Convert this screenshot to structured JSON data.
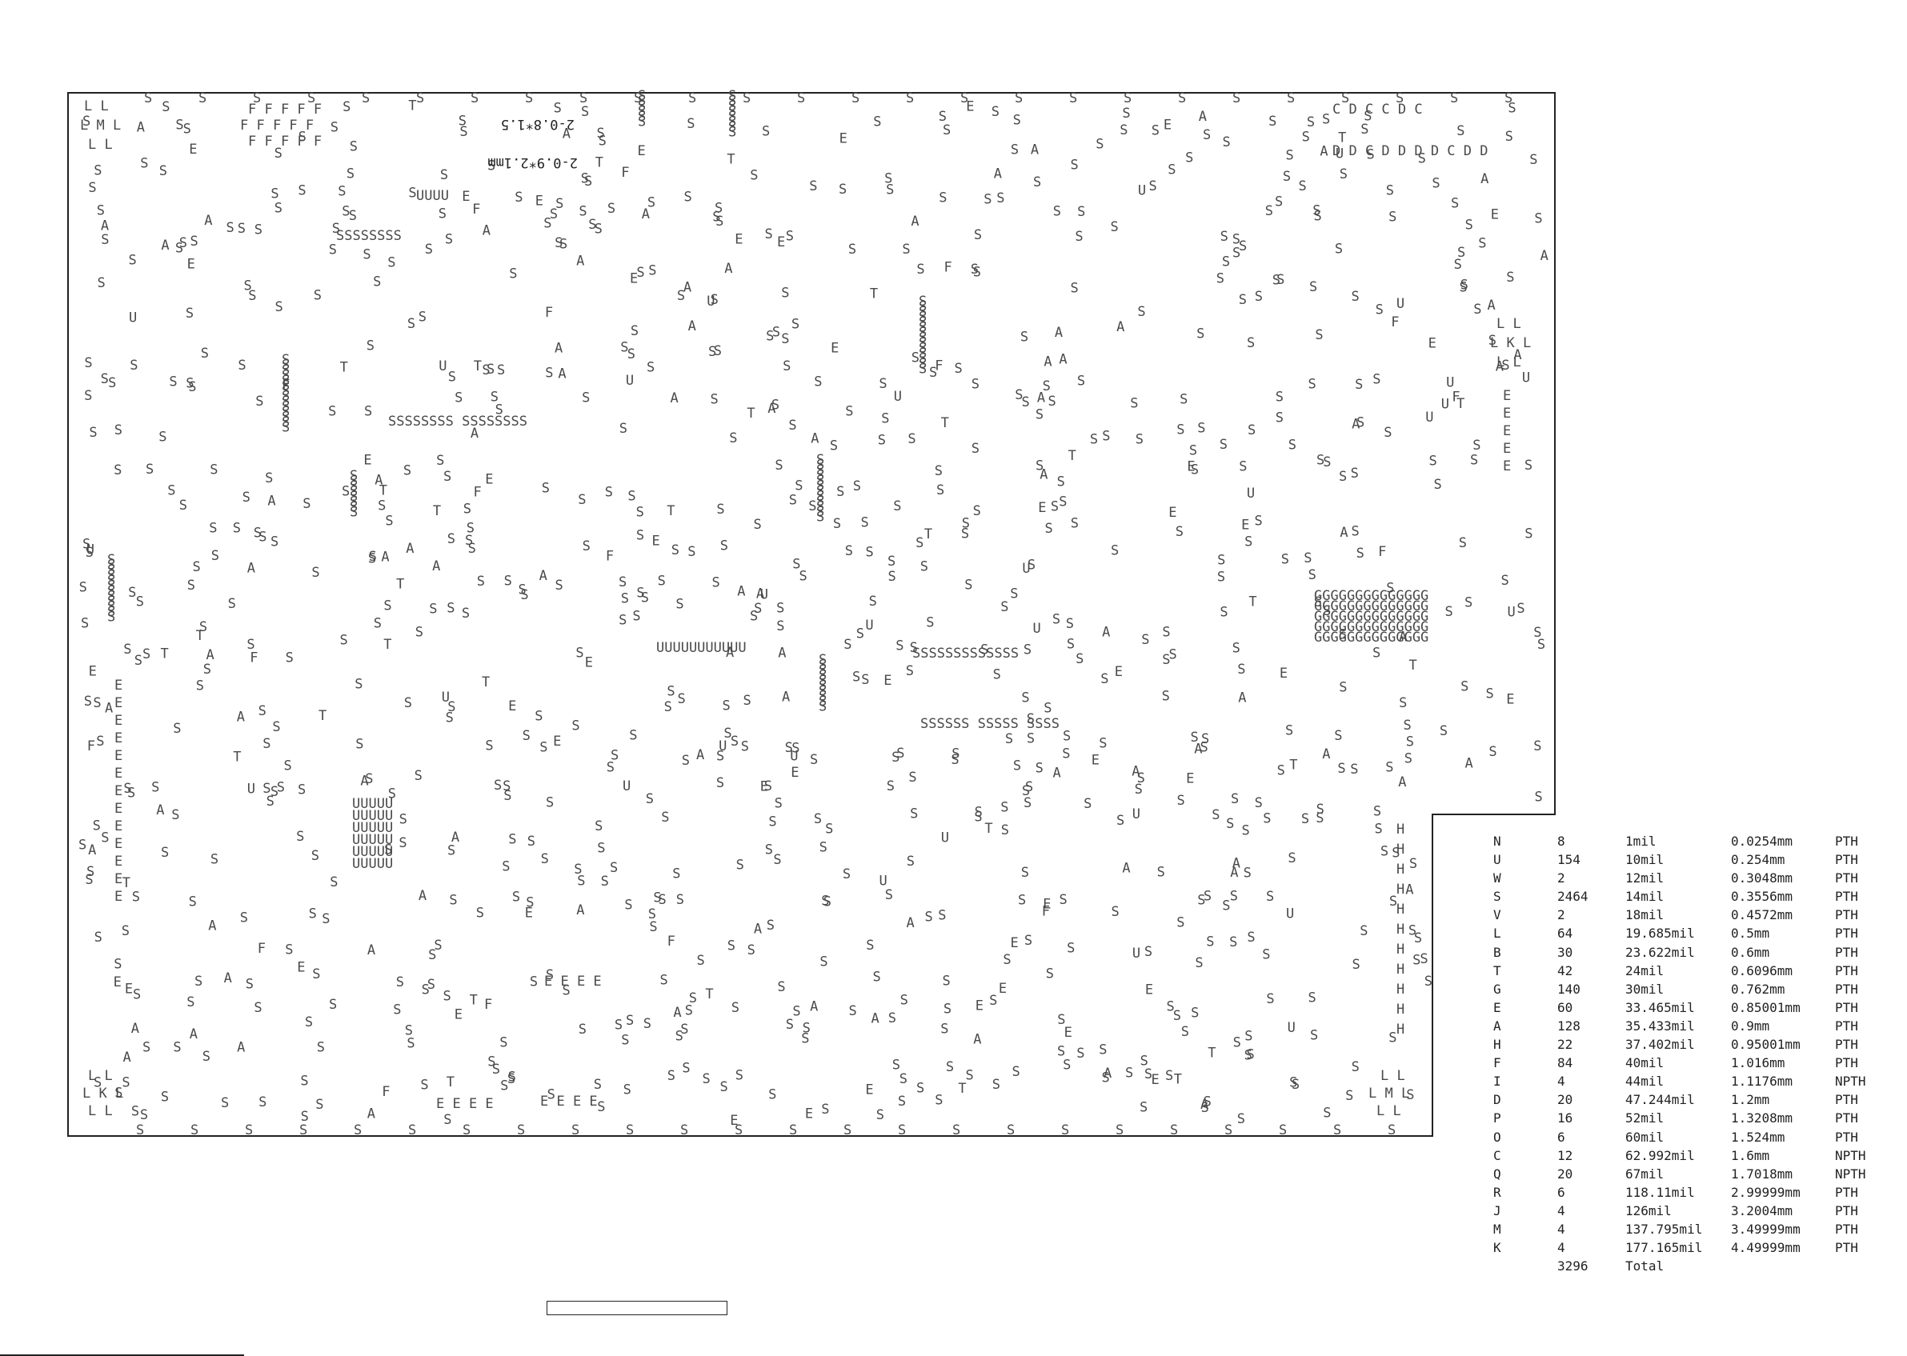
{
  "board": {
    "stroke_color": "#222222",
    "mark_color": "#4a4a4a"
  },
  "board_annotations": {
    "top_hole_note": "2-0.8*1.5",
    "mid_hole_note": "2-0.9*2.1mm"
  },
  "drill_table": {
    "rows": [
      {
        "symbol": "N",
        "count": "8",
        "size_mil": "1mil",
        "size_mm": "0.0254mm",
        "plating": "PTH"
      },
      {
        "symbol": "U",
        "count": "154",
        "size_mil": "10mil",
        "size_mm": "0.254mm",
        "plating": "PTH"
      },
      {
        "symbol": "W",
        "count": "2",
        "size_mil": "12mil",
        "size_mm": "0.3048mm",
        "plating": "PTH"
      },
      {
        "symbol": "S",
        "count": "2464",
        "size_mil": "14mil",
        "size_mm": "0.3556mm",
        "plating": "PTH"
      },
      {
        "symbol": "V",
        "count": "2",
        "size_mil": "18mil",
        "size_mm": "0.4572mm",
        "plating": "PTH"
      },
      {
        "symbol": "L",
        "count": "64",
        "size_mil": "19.685mil",
        "size_mm": "0.5mm",
        "plating": "PTH"
      },
      {
        "symbol": "B",
        "count": "30",
        "size_mil": "23.622mil",
        "size_mm": "0.6mm",
        "plating": "PTH"
      },
      {
        "symbol": "T",
        "count": "42",
        "size_mil": "24mil",
        "size_mm": "0.6096mm",
        "plating": "PTH"
      },
      {
        "symbol": "G",
        "count": "140",
        "size_mil": "30mil",
        "size_mm": "0.762mm",
        "plating": "PTH"
      },
      {
        "symbol": "E",
        "count": "60",
        "size_mil": "33.465mil",
        "size_mm": "0.85001mm",
        "plating": "PTH"
      },
      {
        "symbol": "A",
        "count": "128",
        "size_mil": "35.433mil",
        "size_mm": "0.9mm",
        "plating": "PTH"
      },
      {
        "symbol": "H",
        "count": "22",
        "size_mil": "37.402mil",
        "size_mm": "0.95001mm",
        "plating": "PTH"
      },
      {
        "symbol": "F",
        "count": "84",
        "size_mil": "40mil",
        "size_mm": "1.016mm",
        "plating": "PTH"
      },
      {
        "symbol": "I",
        "count": "4",
        "size_mil": "44mil",
        "size_mm": "1.1176mm",
        "plating": "NPTH"
      },
      {
        "symbol": "D",
        "count": "20",
        "size_mil": "47.244mil",
        "size_mm": "1.2mm",
        "plating": "PTH"
      },
      {
        "symbol": "P",
        "count": "16",
        "size_mil": "52mil",
        "size_mm": "1.3208mm",
        "plating": "PTH"
      },
      {
        "symbol": "O",
        "count": "6",
        "size_mil": "60mil",
        "size_mm": "1.524mm",
        "plating": "PTH"
      },
      {
        "symbol": "C",
        "count": "12",
        "size_mil": "62.992mil",
        "size_mm": "1.6mm",
        "plating": "NPTH"
      },
      {
        "symbol": "Q",
        "count": "20",
        "size_mil": "67mil",
        "size_mm": "1.7018mm",
        "plating": "NPTH"
      },
      {
        "symbol": "R",
        "count": "6",
        "size_mil": "118.11mil",
        "size_mm": "2.99999mm",
        "plating": "PTH"
      },
      {
        "symbol": "J",
        "count": "4",
        "size_mil": "126mil",
        "size_mm": "3.2004mm",
        "plating": "PTH"
      },
      {
        "symbol": "M",
        "count": "4",
        "size_mil": "137.795mil",
        "size_mm": "3.49999mm",
        "plating": "PTH"
      },
      {
        "symbol": "K",
        "count": "4",
        "size_mil": "177.165mil",
        "size_mm": "4.49999mm",
        "plating": "PTH"
      }
    ],
    "total_count": "3296",
    "total_label": "Total"
  }
}
